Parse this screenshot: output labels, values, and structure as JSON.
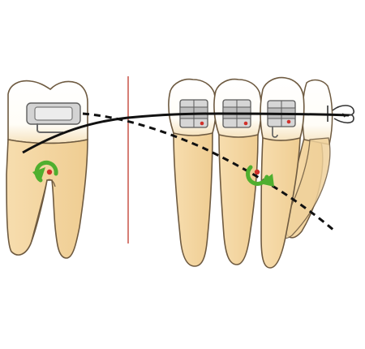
{
  "diagram": {
    "labels": [],
    "colors": {
      "root": "#F3D8A6",
      "crown": "#FFFDF7",
      "cej_shade": "#F8E6C2",
      "outline": "#6E5A40",
      "bracket": "#D6D6D6",
      "bracket_dark": "#8A8A8A",
      "wire": "#111111",
      "rotation_arrow": "#4FAF2F",
      "center_of_resistance": "#D0302A",
      "reference_line": "#C0392B"
    },
    "elements": {
      "molar": {
        "has_tube": true,
        "rotation": "counter-clockwise"
      },
      "anterior_teeth": [
        {
          "name": "canine",
          "has_bracket": true
        },
        {
          "name": "lateral-incisor",
          "has_bracket": true
        },
        {
          "name": "central-incisor",
          "has_bracket": true,
          "rotation": "clockwise"
        }
      ],
      "archwires": [
        {
          "name": "actual-wire",
          "style": "solid"
        },
        {
          "name": "passive-wire",
          "style": "dashed"
        }
      ],
      "reference_line": {
        "orientation": "vertical"
      }
    }
  }
}
